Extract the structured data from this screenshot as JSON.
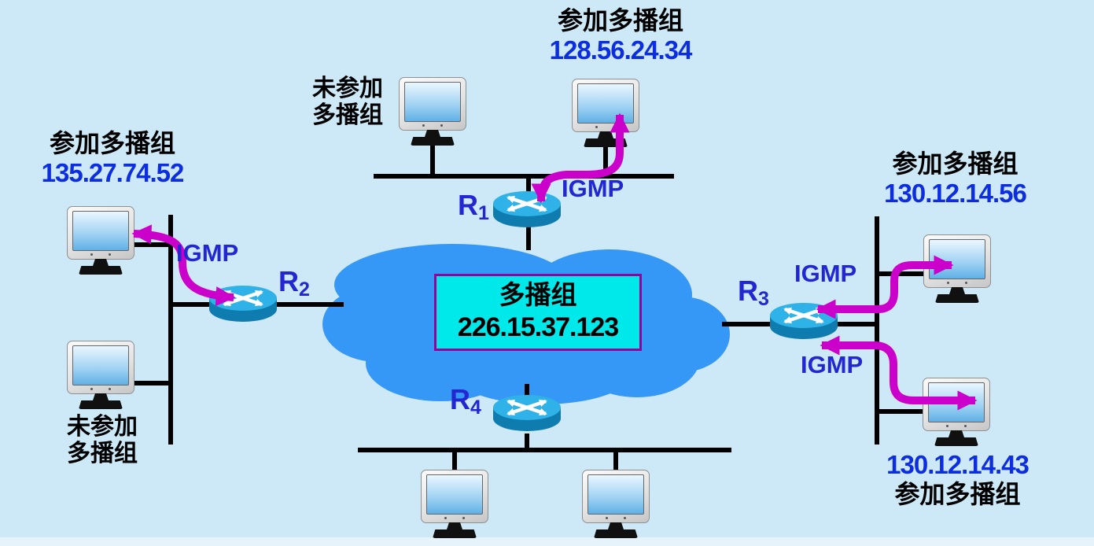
{
  "colors": {
    "bg": "#cde8f6",
    "strip": "#e6f3fb",
    "cloud": "#3598f6",
    "box-fill": "#00e9ea",
    "box-border": "#97009b",
    "line": "#000000",
    "arrow": "#cb00cb",
    "blue-label": "#2227d2",
    "blue-ip": "#0c2ee0",
    "router-top": "#2eb2e8",
    "router-side": "#0e7cae",
    "screen-blue": "#1a80d0"
  },
  "cloud_box": {
    "title": "多播组",
    "address": "226.15.37.123"
  },
  "igmp_label": "IGMP",
  "routers": {
    "r1": {
      "base": "R",
      "sub": "1"
    },
    "r2": {
      "base": "R",
      "sub": "2"
    },
    "r3": {
      "base": "R",
      "sub": "3"
    },
    "r4": {
      "base": "R",
      "sub": "4"
    }
  },
  "labels": {
    "top": {
      "status": "参加多播组",
      "ip": "128.56.24.34"
    },
    "top_middle": {
      "status_line1": "未参加",
      "status_line2": "多播组"
    },
    "left": {
      "status": "参加多播组",
      "ip": "135.27.74.52"
    },
    "bottom_left": {
      "status_line1": "未参加",
      "status_line2": "多播组"
    },
    "right_top": {
      "status": "参加多播组",
      "ip": "130.12.14.56"
    },
    "right_bottom": {
      "ip": "130.12.14.43",
      "status": "参加多播组"
    }
  }
}
